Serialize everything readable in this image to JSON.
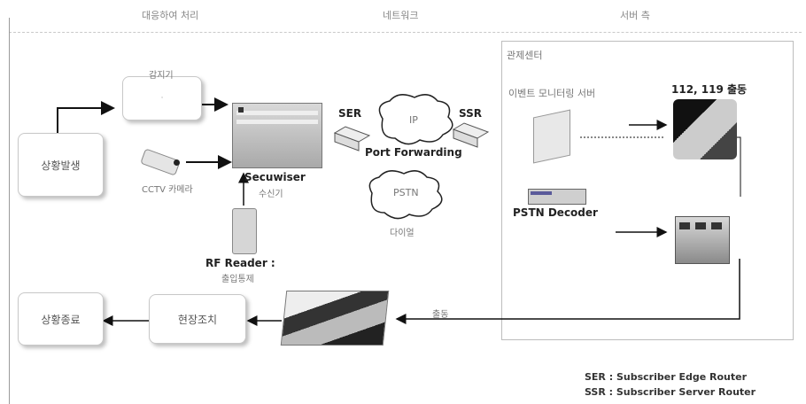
{
  "headers": {
    "left": "대응하여 처리",
    "middle": "네트워크",
    "right": "서버 측"
  },
  "boxes": {
    "incident": "상황발생",
    "sensor": "감지기",
    "end": "상황종료",
    "confirm": "현장조치"
  },
  "devices": {
    "camera_label": "CCTV 카메라",
    "secuwiser": "Secuwiser",
    "secuwiser_sub": "수신기",
    "rf_reader": "RF Reader :",
    "rf_reader_sub": "출입통제",
    "ser": "SER",
    "ssr": "SSR",
    "cloud_ip": "IP",
    "port_forwarding": "Port Forwarding",
    "pstn": "PSTN",
    "pstn_sub": "다이얼",
    "server_area_title": "관제센터",
    "server_caption": "이벤트 모니터링 서버",
    "emergency": "112, 119 출동",
    "pstn_decoder": "PSTN Decoder",
    "dispatch_label": "출동"
  },
  "legend": {
    "ser_line": "SER : Subscriber Edge Router",
    "ssr_line": "SSR : Subscriber Server Router"
  },
  "colors": {
    "line": "#111111",
    "server_area_border": "#bdbdbd"
  }
}
